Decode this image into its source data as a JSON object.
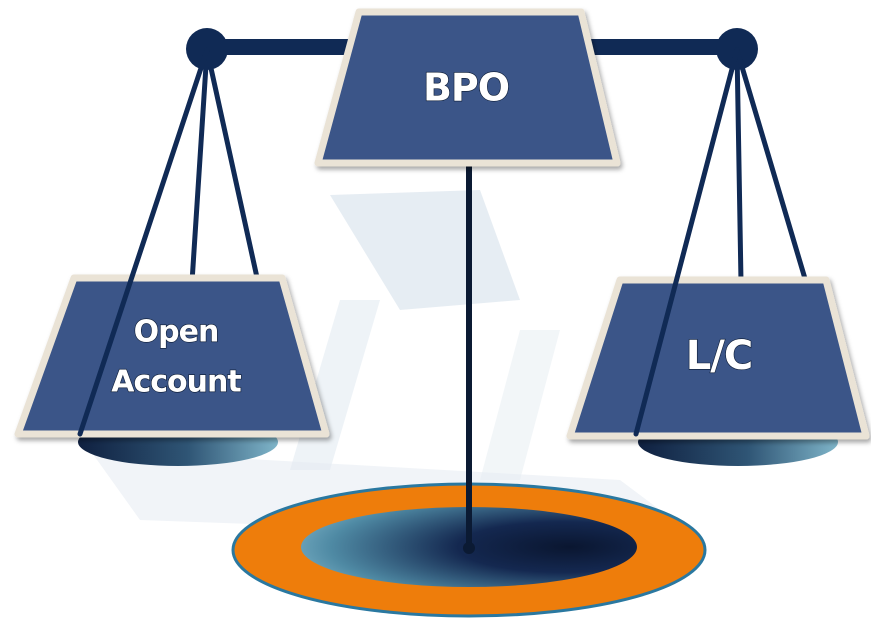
{
  "diagram": {
    "center_label": "BPO",
    "left_pan": {
      "lines": [
        "Open",
        "Account"
      ]
    },
    "right_pan": {
      "lines": [
        "L/C"
      ]
    }
  },
  "colors": {
    "pan_fill": "#3b5588",
    "pan_border": "#eae3d6",
    "beam": "#102a55",
    "base_ring": "#ee7d0b",
    "base_ring_edge": "#2a78a0",
    "shadow": "#e4ebf2"
  }
}
